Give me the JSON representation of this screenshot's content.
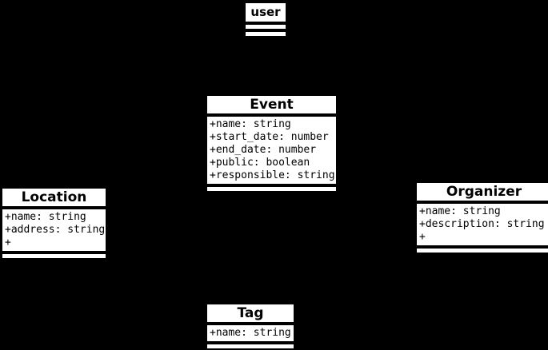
{
  "canvas": {
    "background_color": "#000000",
    "class_fill_color": "#ffffff",
    "class_border_color": "#000000",
    "text_color": "#000000"
  },
  "diagram": {
    "kind": "uml-class-diagram",
    "classes": [
      {
        "name": "user",
        "attributes": [],
        "methods": []
      },
      {
        "name": "Event",
        "attributes": [
          "+name: string",
          "+start_date: number",
          "+end_date: number",
          "+public: boolean",
          "+responsible: string"
        ],
        "methods": []
      },
      {
        "name": "Location",
        "attributes": [
          "+name: string",
          "+address: string",
          "+"
        ],
        "methods": []
      },
      {
        "name": "Organizer",
        "attributes": [
          "+name: string",
          "+description: string",
          "+"
        ],
        "methods": []
      },
      {
        "name": "Tag",
        "attributes": [
          "+name: string"
        ],
        "methods": []
      }
    ]
  }
}
